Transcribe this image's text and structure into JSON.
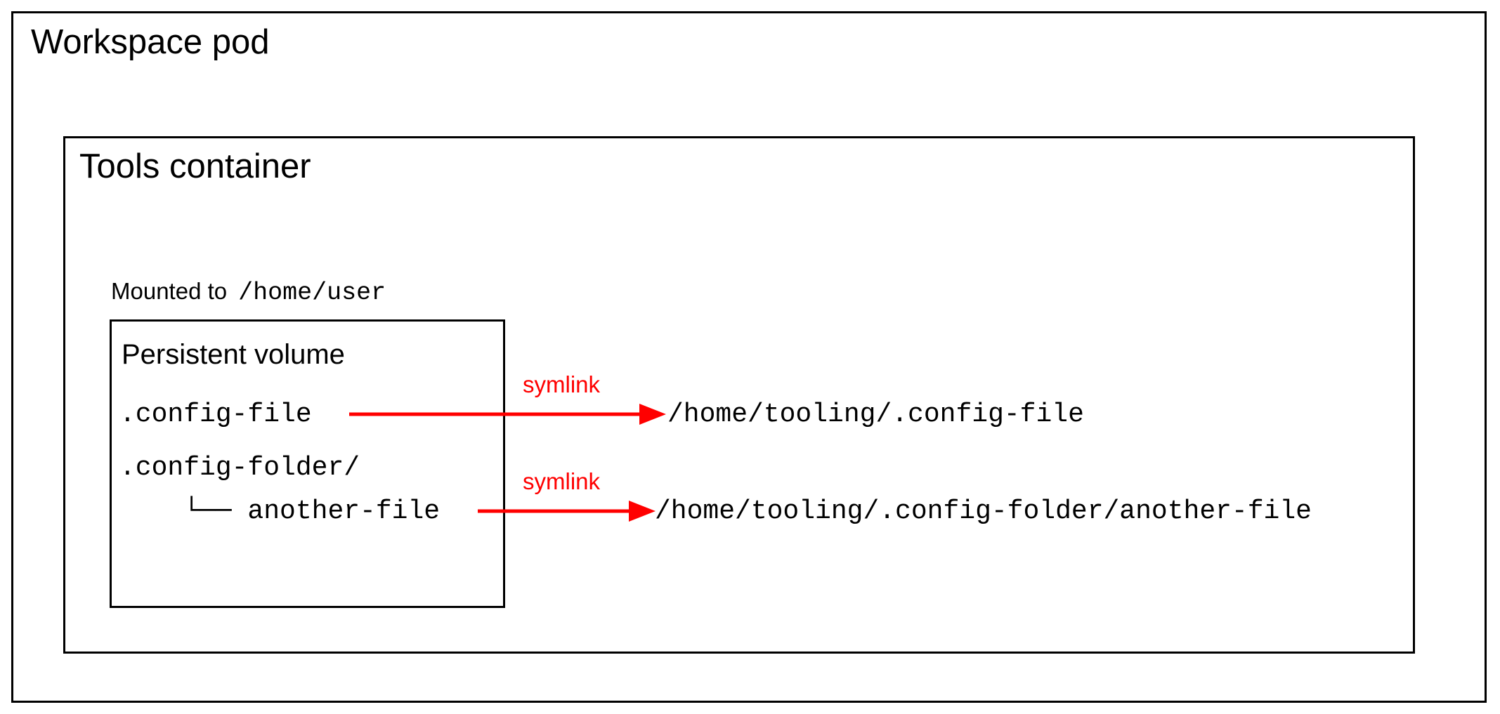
{
  "diagram": {
    "outer_box": {
      "title": "Workspace pod"
    },
    "inner_box": {
      "title": "Tools container"
    },
    "mount": {
      "label": "Mounted to",
      "path": "/home/user"
    },
    "volume_box": {
      "title": "Persistent volume",
      "entries": [
        {
          "name": ".config-file"
        },
        {
          "name": ".config-folder/"
        },
        {
          "name": "    └── another-file"
        }
      ]
    },
    "symlinks": [
      {
        "label": "symlink",
        "source": ".config-file",
        "target": "/home/tooling/.config-file"
      },
      {
        "label": "symlink",
        "source": "another-file",
        "target": "/home/tooling/.config-folder/another-file"
      }
    ],
    "colors": {
      "symlink": "#ff0000",
      "border": "#000000",
      "text": "#000000",
      "background": "#ffffff"
    }
  }
}
